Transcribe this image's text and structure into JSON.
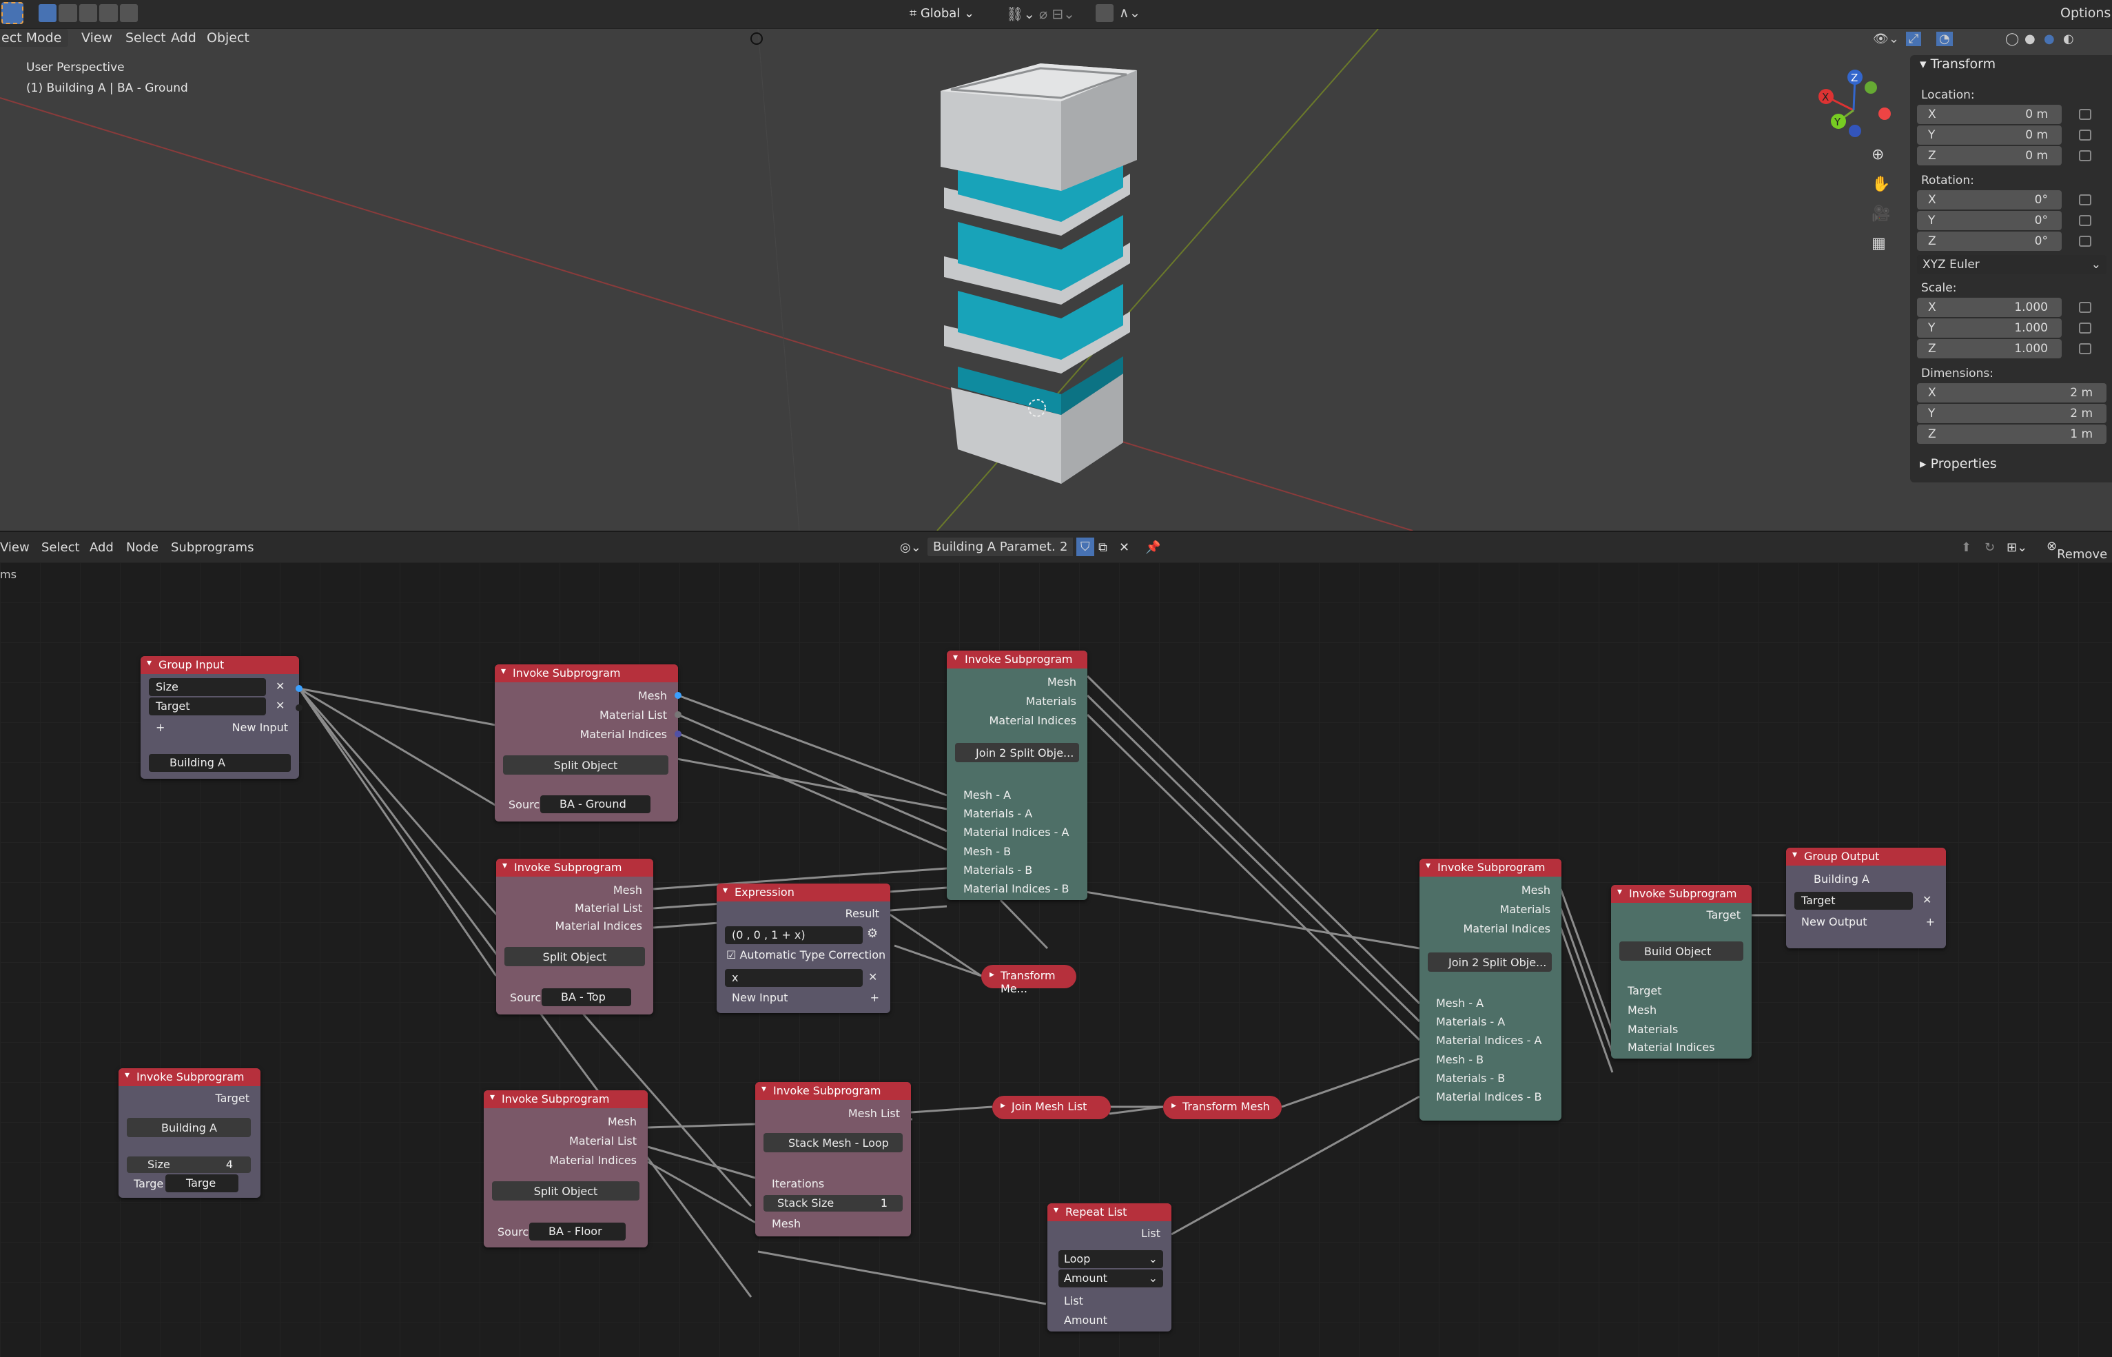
{
  "top_toolbar": {
    "mode": "ect Mode",
    "menus": [
      "View",
      "Select",
      "Add",
      "Object"
    ],
    "orientation": "Global",
    "options": "Options"
  },
  "viewport": {
    "perspective": "User Perspective",
    "object": "(1) Building A | BA - Ground",
    "axis_x": "X",
    "axis_y": "Y",
    "axis_z": "Z"
  },
  "transform_panel": {
    "title": "Transform",
    "location_label": "Location:",
    "location": {
      "x": "0 m",
      "y": "0 m",
      "z": "0 m"
    },
    "rotation_label": "Rotation:",
    "rotation": {
      "x": "0°",
      "y": "0°",
      "z": "0°"
    },
    "rotation_mode": "XYZ Euler",
    "scale_label": "Scale:",
    "scale": {
      "x": "1.000",
      "y": "1.000",
      "z": "1.000"
    },
    "dimensions_label": "Dimensions:",
    "dimensions": {
      "x": "2 m",
      "y": "2 m",
      "z": "1 m"
    },
    "axis_x": "X",
    "axis_y": "Y",
    "axis_z": "Z",
    "properties": "Properties"
  },
  "node_header": {
    "menus": [
      "View",
      "Select",
      "Add",
      "Node",
      "Subprograms"
    ],
    "tree_name": "Building A Paramet...",
    "users": "2",
    "remove": "Remove",
    "breadcrumb": "ms"
  },
  "nodes": {
    "group_input": {
      "title": "Group Input",
      "size": "Size",
      "target": "Target",
      "new_input": "New Input",
      "object": "Building A",
      "plus": "+"
    },
    "inv1": {
      "title": "Invoke Subprogram",
      "mesh": "Mesh",
      "material_list": "Material List",
      "material_indices": "Material Indices",
      "sub": "Split Object",
      "source_label": "Sourc",
      "source": "BA - Ground"
    },
    "inv2": {
      "title": "Invoke Subprogram",
      "mesh": "Mesh",
      "material_list": "Material List",
      "material_indices": "Material Indices",
      "sub": "Split Object",
      "source_label": "Sourc",
      "source": "BA - Top"
    },
    "inv3": {
      "title": "Invoke Subprogram",
      "mesh": "Mesh",
      "material_list": "Material List",
      "material_indices": "Material Indices",
      "sub": "Split Object",
      "source_label": "Sourc",
      "source": "BA - Floor"
    },
    "inv_join1": {
      "title": "Invoke Subprogram",
      "mesh": "Mesh",
      "materials": "Materials",
      "material_indices": "Material Indices",
      "sub": "Join 2 Split Obje...",
      "mesh_a": "Mesh - A",
      "materials_a": "Materials - A",
      "mi_a": "Material Indices - A",
      "mesh_b": "Mesh - B",
      "materials_b": "Materials - B",
      "mi_b": "Material Indices - B"
    },
    "expression": {
      "title": "Expression",
      "result": "Result",
      "expr": "(0 , 0 , 1 + x)",
      "auto": "Automatic Type Correction",
      "var": "x",
      "new_input": "New Input",
      "plus": "+"
    },
    "transform1": "Transform Me...",
    "inv_left": {
      "title": "Invoke Subprogram",
      "target": "Target",
      "sub": "Building A",
      "size_label": "Size",
      "size": "4",
      "target_label": "Targe",
      "target_val": "Targe"
    },
    "inv_loop": {
      "title": "Invoke Subprogram",
      "mesh_list": "Mesh List",
      "sub": "Stack Mesh - Loop",
      "iterations": "Iterations",
      "stack_size_label": "Stack Size",
      "stack_size": "1",
      "mesh": "Mesh"
    },
    "join_mesh_list": "Join Mesh List",
    "transform2": "Transform Mesh",
    "repeat": {
      "title": "Repeat List",
      "list": "List",
      "loop": "Loop",
      "amount_sel": "Amount",
      "list_in": "List",
      "amount_in": "Amount"
    },
    "inv_join2": {
      "title": "Invoke Subprogram",
      "mesh": "Mesh",
      "materials": "Materials",
      "material_indices": "Material Indices",
      "sub": "Join 2 Split Obje...",
      "mesh_a": "Mesh - A",
      "materials_a": "Materials - A",
      "mi_a": "Material Indices - A",
      "mesh_b": "Mesh - B",
      "materials_b": "Materials - B",
      "mi_b": "Material Indices - B"
    },
    "inv_build": {
      "title": "Invoke Subprogram",
      "target": "Target",
      "sub": "Build Object",
      "target_in": "Target",
      "mesh": "Mesh",
      "materials": "Materials",
      "material_indices": "Material Indices"
    },
    "group_output": {
      "title": "Group Output",
      "object": "Building A",
      "target": "Target",
      "new_output": "New Output",
      "plus": "+"
    }
  }
}
